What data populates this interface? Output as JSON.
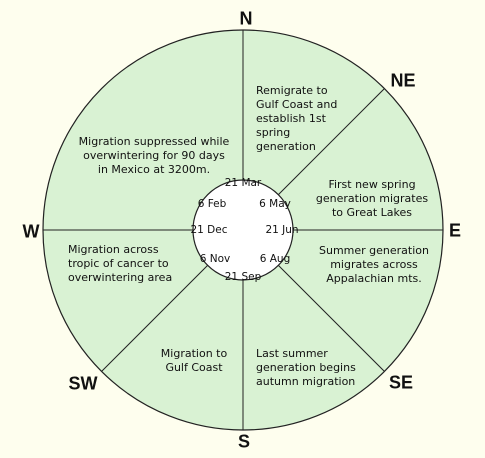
{
  "colors": {
    "background": "#fefeee",
    "circle_fill": "#d9f2d3",
    "center_fill": "#ffffff",
    "line": "#222222"
  },
  "directions": {
    "n": "N",
    "ne": "NE",
    "e": "E",
    "se": "SE",
    "s": "S",
    "sw": "SW",
    "w": "W"
  },
  "sectors": {
    "n_ne": [
      "Remigrate to",
      "Gulf Coast and",
      "establish 1st",
      "spring",
      "generation"
    ],
    "ne_e": [
      "First new spring",
      "generation migrates",
      "to Great Lakes"
    ],
    "e_se": [
      "Summer generation",
      "migrates across",
      "Appalachian mts."
    ],
    "se_s": [
      "Last summer",
      "generation begins",
      "autumn migration"
    ],
    "s_sw": [
      "Migration to",
      "Gulf Coast"
    ],
    "sw_w": [
      "Migration across",
      "tropic of cancer to",
      "overwintering area"
    ],
    "w_n": [
      "Migration suppressed while",
      "overwintering for 90 days",
      "in Mexico at 3200m."
    ]
  },
  "dates": {
    "mar21": "21 Mar",
    "may6": "6 May",
    "jun21": "21 Jun",
    "aug6": "6 Aug",
    "sep21": "21 Sep",
    "nov6": "6 Nov",
    "dec21": "21 Dec",
    "feb6": "6 Feb"
  }
}
